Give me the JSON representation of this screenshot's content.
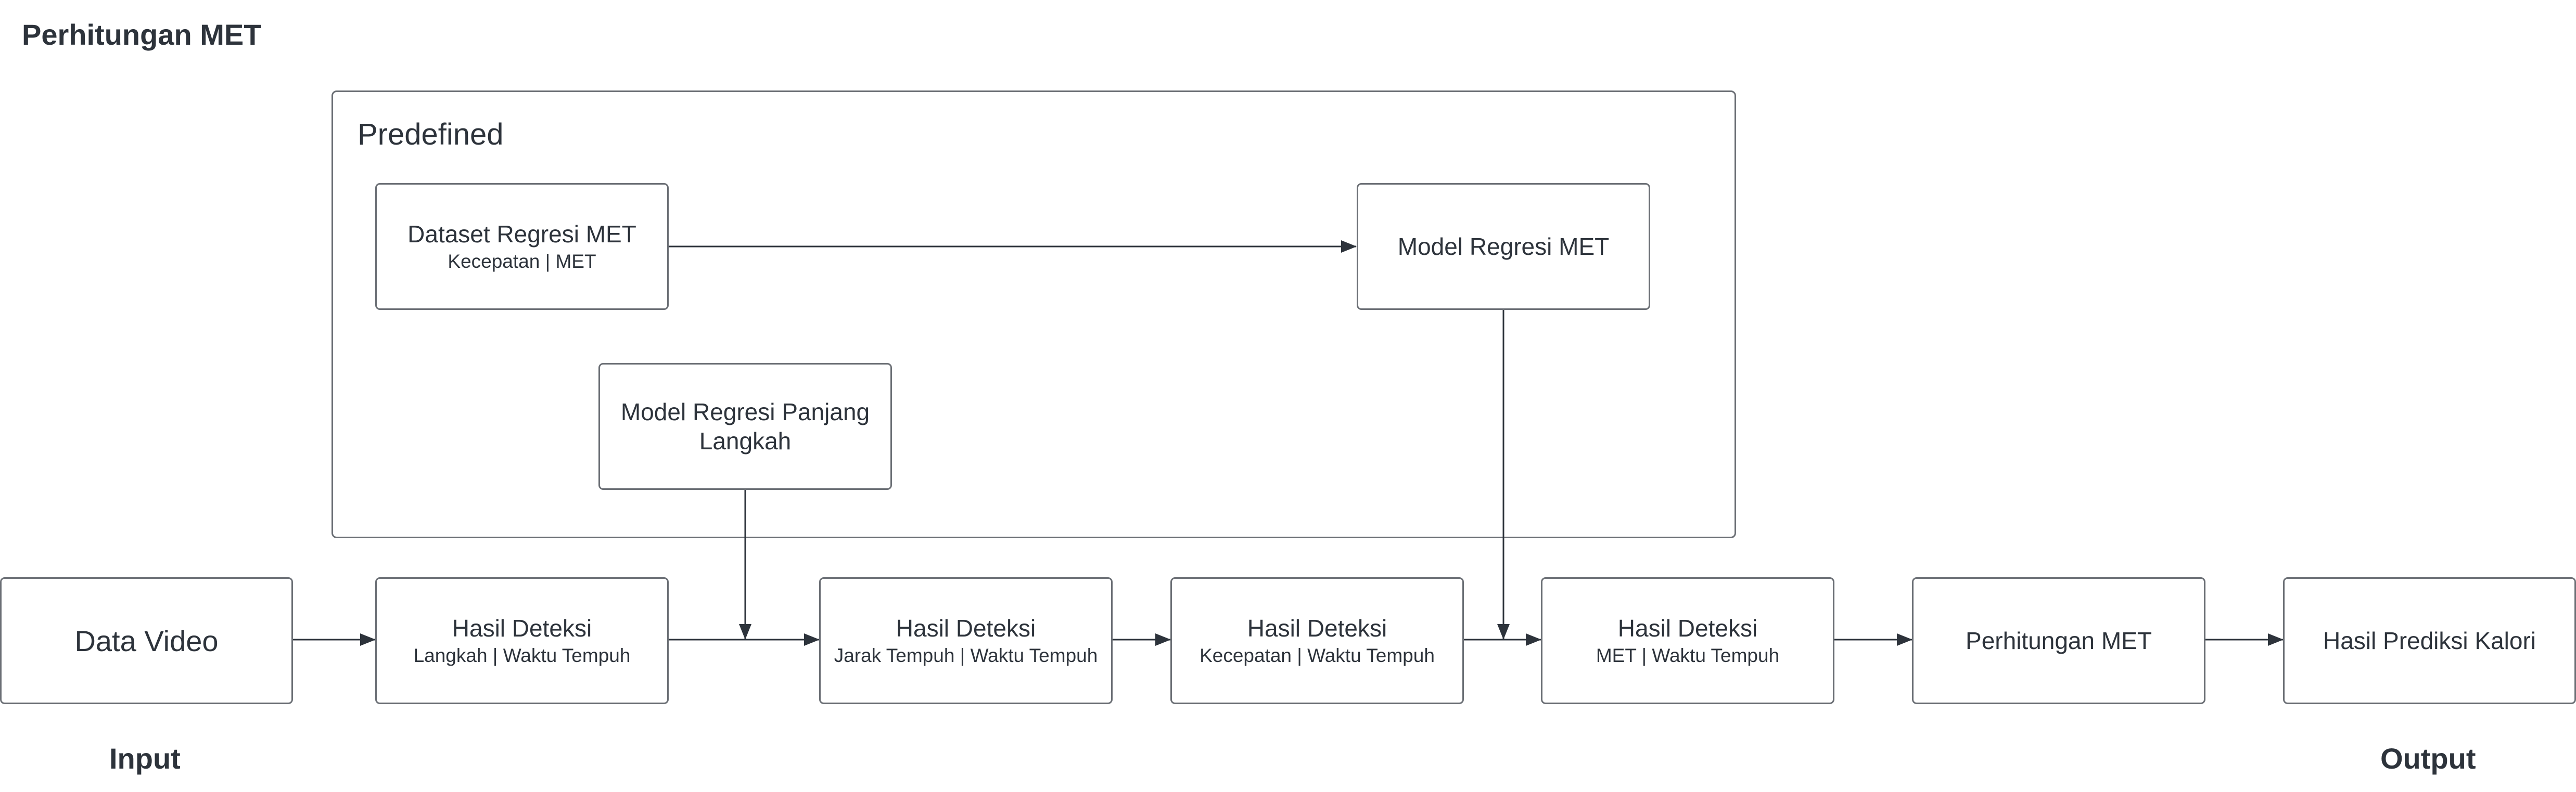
{
  "title": "Perhitungan MET",
  "group": {
    "label": "Predefined"
  },
  "nodes": {
    "dataset": {
      "main": "Dataset Regresi MET",
      "sub": "Kecepatan | MET"
    },
    "model_met": {
      "main": "Model Regresi MET"
    },
    "model_langkah": {
      "main": "Model Regresi Panjang Langkah"
    },
    "data_video": {
      "main": "Data Video"
    },
    "hasil1": {
      "main": "Hasil Deteksi",
      "sub": "Langkah | Waktu Tempuh"
    },
    "hasil2": {
      "main": "Hasil Deteksi",
      "sub": "Jarak Tempuh | Waktu Tempuh"
    },
    "hasil3": {
      "main": "Hasil Deteksi",
      "sub": "Kecepatan | Waktu Tempuh"
    },
    "hasil4": {
      "main": "Hasil Deteksi",
      "sub": "MET | Waktu Tempuh"
    },
    "perhitungan": {
      "main": "Perhitungan MET"
    },
    "hasil_prediksi": {
      "main": "Hasil Prediksi Kalori"
    }
  },
  "labels": {
    "input": "Input",
    "output": "Output"
  }
}
